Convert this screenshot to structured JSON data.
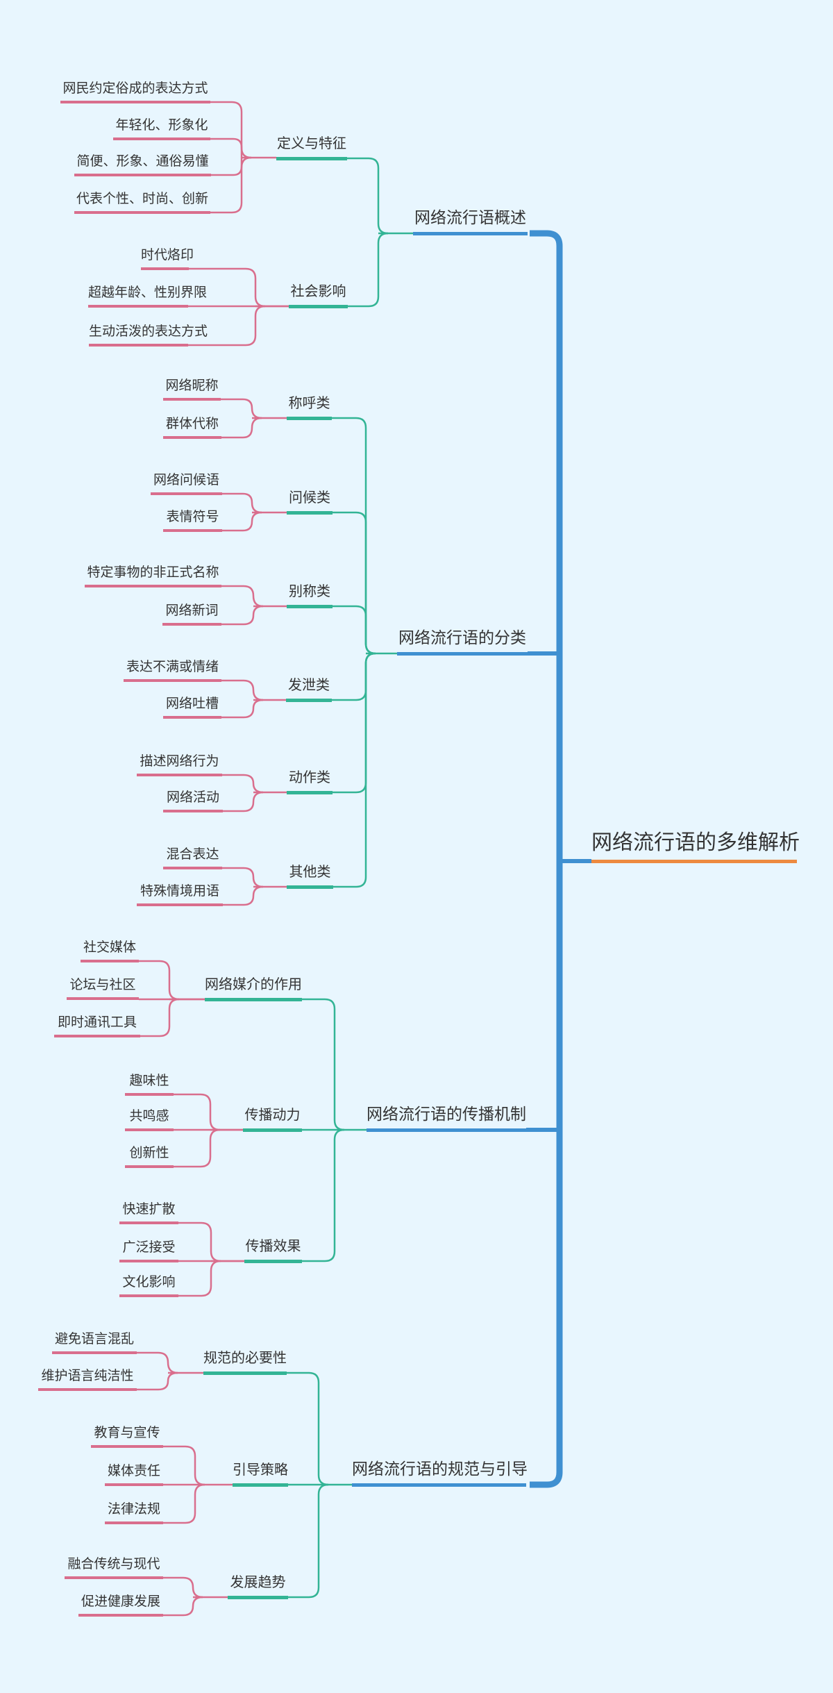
{
  "title": "网络流行语的多维解析",
  "root": {
    "label": "网络流行语的多维解析"
  },
  "branches": [
    {
      "label": "网络流行语概述",
      "children": [
        {
          "label": "定义与特征",
          "leaves": [
            "网民约定俗成的表达方式",
            "年轻化、形象化",
            "简便、形象、通俗易懂",
            "代表个性、时尚、创新"
          ]
        },
        {
          "label": "社会影响",
          "leaves": [
            "时代烙印",
            "超越年龄、性别界限",
            "生动活泼的表达方式"
          ]
        }
      ]
    },
    {
      "label": "网络流行语的分类",
      "children": [
        {
          "label": "称呼类",
          "leaves": [
            "网络昵称",
            "群体代称"
          ]
        },
        {
          "label": "问候类",
          "leaves": [
            "网络问候语",
            "表情符号"
          ]
        },
        {
          "label": "别称类",
          "leaves": [
            "特定事物的非正式名称",
            "网络新词"
          ]
        },
        {
          "label": "发泄类",
          "leaves": [
            "表达不满或情绪",
            "网络吐槽"
          ]
        },
        {
          "label": "动作类",
          "leaves": [
            "描述网络行为",
            "网络活动"
          ]
        },
        {
          "label": "其他类",
          "leaves": [
            "混合表达",
            "特殊情境用语"
          ]
        }
      ]
    },
    {
      "label": "网络流行语的传播机制",
      "children": [
        {
          "label": "网络媒介的作用",
          "leaves": [
            "社交媒体",
            "论坛与社区",
            "即时通讯工具"
          ]
        },
        {
          "label": "传播动力",
          "leaves": [
            "趣味性",
            "共鸣感",
            "创新性"
          ]
        },
        {
          "label": "传播效果",
          "leaves": [
            "快速扩散",
            "广泛接受",
            "文化影响"
          ]
        }
      ]
    },
    {
      "label": "网络流行语的规范与引导",
      "children": [
        {
          "label": "规范的必要性",
          "leaves": [
            "避免语言混乱",
            "维护语言纯洁性"
          ]
        },
        {
          "label": "引导策略",
          "leaves": [
            "教育与宣传",
            "媒体责任",
            "法律法规"
          ]
        },
        {
          "label": "发展趋势",
          "leaves": [
            "融合传统与现代",
            "促进健康发展"
          ]
        }
      ]
    }
  ],
  "colors": {
    "background": "#E8F6FE",
    "root_underline": "#ED8A40",
    "branch_underline": "#3F90D1",
    "topic_underline": "#33B495",
    "leaf_underline": "#D96E8D",
    "text": "#333333"
  }
}
